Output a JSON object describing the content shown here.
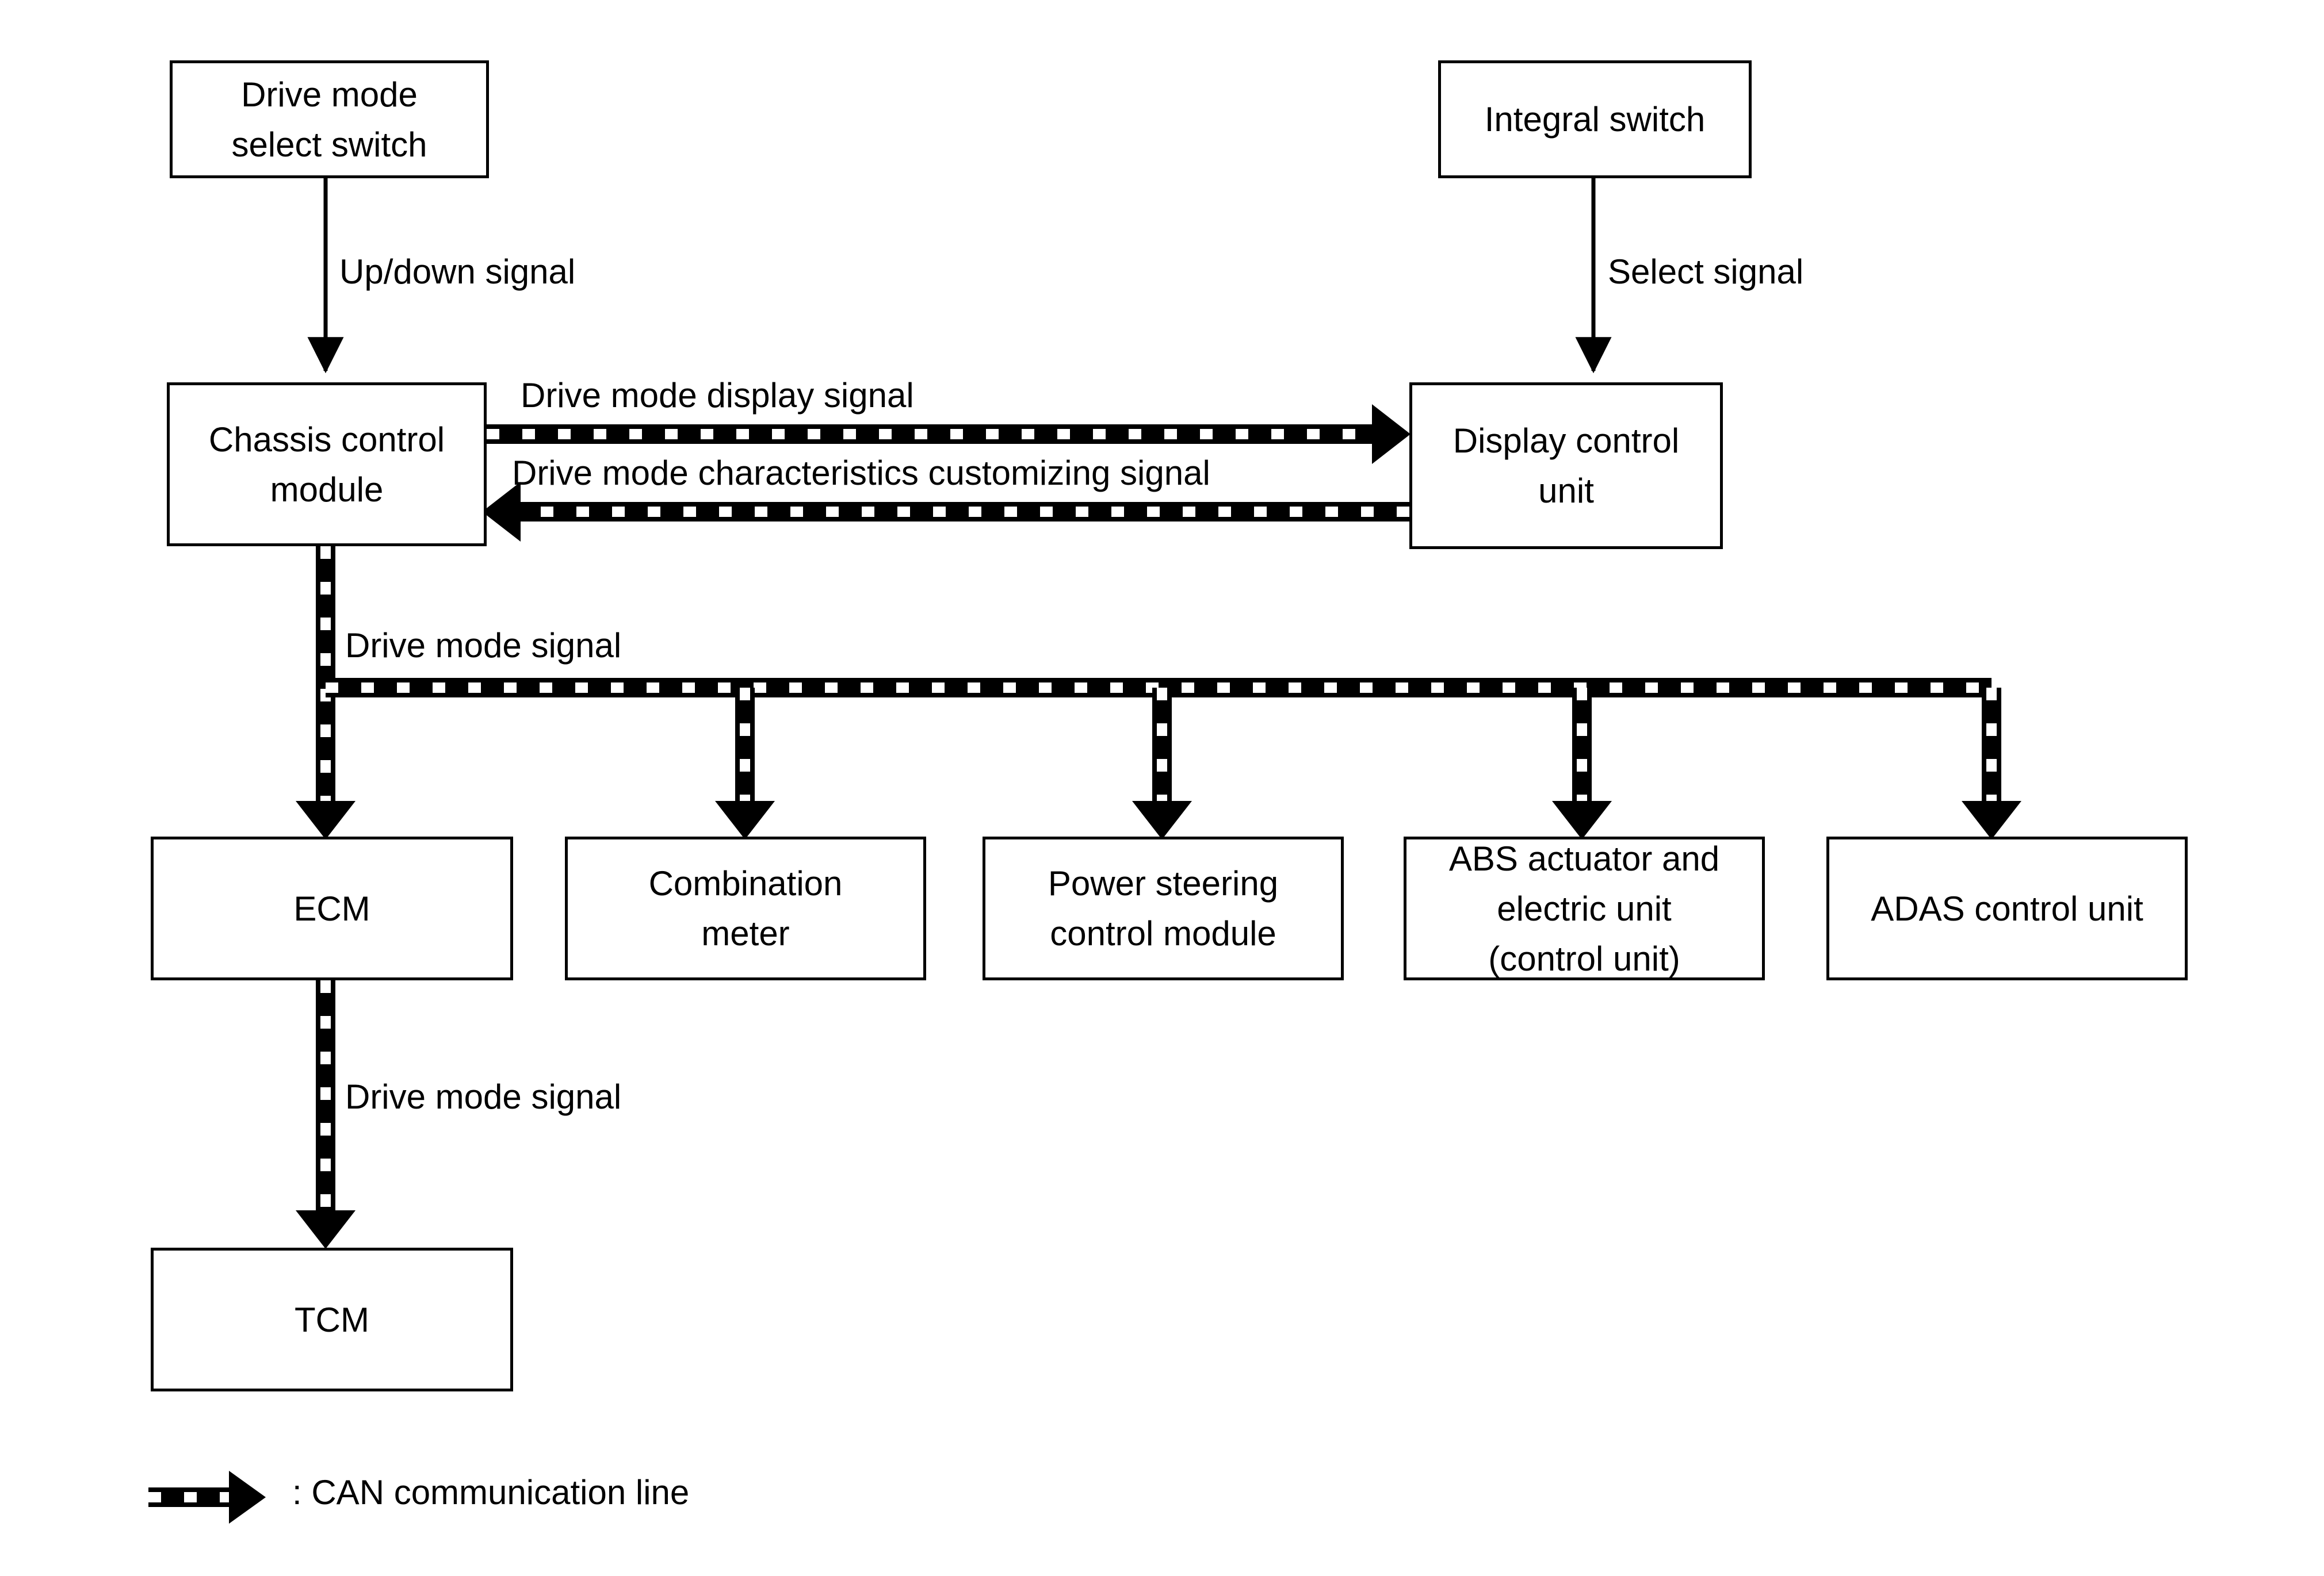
{
  "diagram": {
    "title": "Drive mode system CAN communication block diagram",
    "colors": {
      "line": "#000000",
      "background": "#ffffff",
      "node_border": "#000000"
    },
    "nodes": [
      {
        "id": "drive-mode-select-switch",
        "label": "Drive mode\nselect switch"
      },
      {
        "id": "integral-switch",
        "label": "Integral switch"
      },
      {
        "id": "chassis-control-module",
        "label": "Chassis control\nmodule"
      },
      {
        "id": "display-control-unit",
        "label": "Display control\nunit"
      },
      {
        "id": "ecm",
        "label": "ECM"
      },
      {
        "id": "combination-meter",
        "label": "Combination\nmeter"
      },
      {
        "id": "power-steering-control-module",
        "label": "Power steering\ncontrol module"
      },
      {
        "id": "abs-actuator-and-electric-unit",
        "label": "ABS actuator and\nelectric unit\n(control unit)"
      },
      {
        "id": "adas-control-unit",
        "label": "ADAS control unit"
      },
      {
        "id": "tcm",
        "label": "TCM"
      }
    ],
    "edge_labels": {
      "up_down_signal": "Up/down signal",
      "select_signal": "Select signal",
      "drive_mode_display_signal": "Drive mode display signal",
      "drive_mode_characteristics_customizing_signal": "Drive mode characteristics customizing signal",
      "drive_mode_signal_bus": "Drive mode signal",
      "drive_mode_signal_tcm": "Drive mode signal"
    },
    "legend": {
      "text": ": CAN communication line"
    }
  }
}
